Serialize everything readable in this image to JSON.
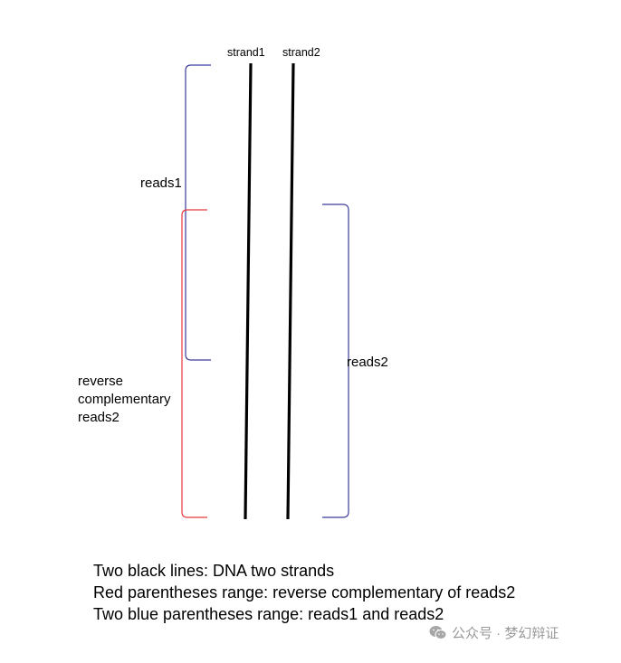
{
  "colors": {
    "strand": "#000000",
    "blue_bracket": "#3b3b9a",
    "red_bracket": "#e8393b",
    "watermark": "#9a9a9a"
  },
  "strands": {
    "strand1_label": "strand1",
    "strand2_label": "strand2"
  },
  "labels": {
    "reads1": "reads1",
    "reads2": "reads2",
    "reverse_complementary_lines": [
      "reverse",
      "complementary",
      "reads2"
    ]
  },
  "legend": {
    "line1": "Two black lines: DNA two strands",
    "line2": "Red parentheses range: reverse complementary of reads2",
    "line3": "Two blue parentheses range: reads1 and reads2"
  },
  "watermark": {
    "icon": "wechat-icon",
    "text": "公众号 · 梦幻辩证"
  }
}
